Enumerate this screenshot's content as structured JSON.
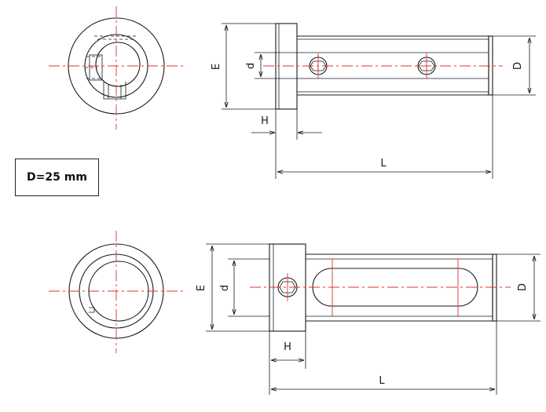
{
  "spec_box": {
    "text": "D=25 mm"
  },
  "dimensions": {
    "top": {
      "E": "E",
      "d": "d",
      "D": "D",
      "H": "H",
      "L": "L"
    },
    "bottom": {
      "E": "E",
      "d": "d",
      "D": "D",
      "H": "H",
      "L": "L"
    }
  },
  "colors": {
    "line": "#1a1a1a",
    "centerline": "#e03030",
    "background": "#ffffff"
  }
}
